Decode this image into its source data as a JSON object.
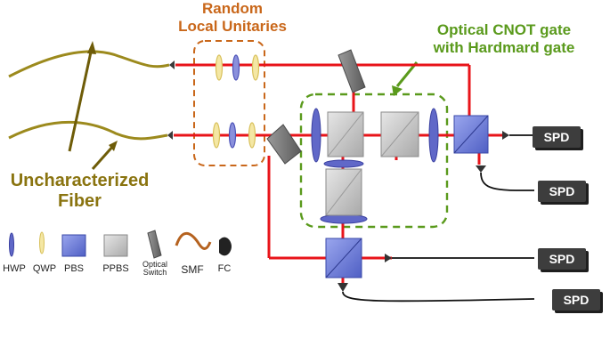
{
  "labels": {
    "random_local_unitaries": [
      "Random",
      "Local Unitaries"
    ],
    "optical_cnot_gate": [
      "Optical CNOT gate",
      "with Hardmard gate"
    ],
    "uncharacterized_fiber": [
      "Uncharacterized",
      "Fiber"
    ]
  },
  "detectors": [
    "SPD",
    "SPD",
    "SPD",
    "SPD"
  ],
  "legend": [
    {
      "key": "hwp",
      "label": "HWP"
    },
    {
      "key": "qwp",
      "label": "QWP"
    },
    {
      "key": "pbs",
      "label": "PBS"
    },
    {
      "key": "ppbs",
      "label": "PPBS"
    },
    {
      "key": "switch",
      "label": "Optical Switch"
    },
    {
      "key": "smf",
      "label": "SMF"
    },
    {
      "key": "fc",
      "label": "FC"
    }
  ],
  "colors": {
    "beam": "#e8141a",
    "fiber": "#9c8a1d",
    "arrow_olive": "#6e5c08",
    "box_orange": "#c9671a",
    "box_green": "#5a9a1c",
    "hwp": "#5b62c4",
    "qwp": "#e8d270",
    "pbs": "#6f7fd8",
    "ppbs": "#c8c8c8",
    "switch": "#7a7a7a",
    "smf": "#b5621f",
    "spd": "#3d3d3d"
  }
}
